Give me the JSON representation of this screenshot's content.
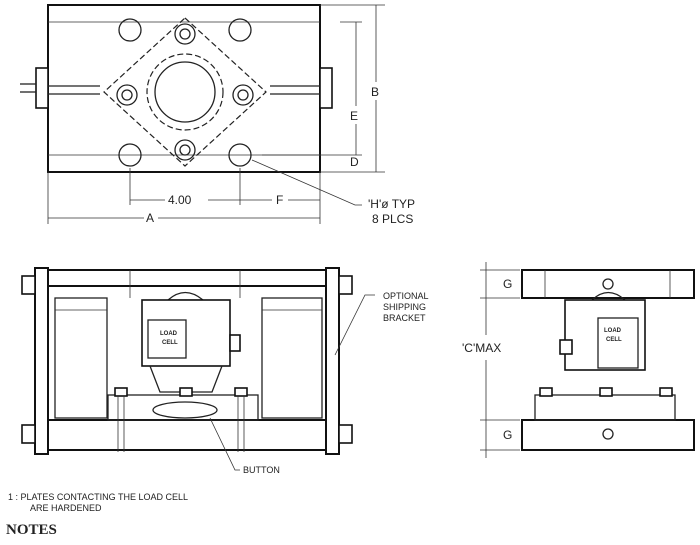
{
  "top_view": {
    "dim_A": "A",
    "dim_B": "B",
    "dim_D": "D",
    "dim_E": "E",
    "dim_F": "F",
    "dim_4": "4.00",
    "hole_note_line1": "'H'ø TYP",
    "hole_note_line2": "8 PLCS"
  },
  "front_view": {
    "cell_label_1": "LOAD",
    "cell_label_2": "CELL",
    "bracket_line1": "OPTIONAL",
    "bracket_line2": "SHIPPING",
    "bracket_line3": "BRACKET",
    "button_label": "BUTTON"
  },
  "side_view": {
    "dim_G_top": "G",
    "dim_G_bottom": "G",
    "dim_C": "'C'MAX",
    "cell_label_1": "LOAD",
    "cell_label_2": "CELL"
  },
  "notes": {
    "note1_line1": "1 : PLATES CONTACTING THE LOAD CELL",
    "note1_line2": "ARE HARDENED",
    "title": "NOTES"
  }
}
